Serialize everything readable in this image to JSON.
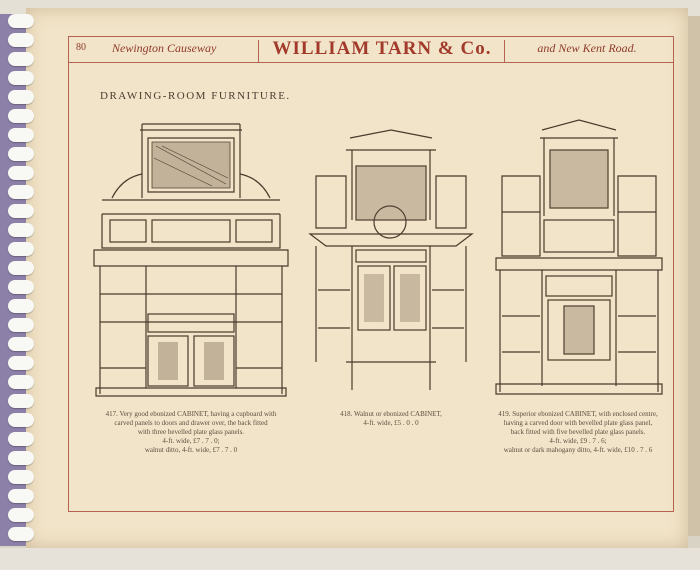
{
  "header": {
    "page_number": "80",
    "left_address": "Newington Causeway",
    "firm_name": "WILLIAM TARN & Co.",
    "right_address": "and New Kent Road."
  },
  "section_title": "DRAWING-ROOM FURNITURE.",
  "items": [
    {
      "caption_lines": [
        "417. Very good ebonized CABINET, having a cupboard with",
        "carved panels to doors and drawer over, the back fitted",
        "with three bevelled plate glass panels.",
        "4-ft. wide, £7 . 7 . 0;",
        "walnut ditto, 4-ft. wide, £7 . 7 . 0"
      ]
    },
    {
      "caption_lines": [
        "418. Walnut or ebonized CABINET,",
        "4-ft. wide, £5 . 0 . 0"
      ]
    },
    {
      "caption_lines": [
        "419. Superior ebonized CABINET, with enclosed centre,",
        "having a carved door with bevelled plate glass panel,",
        "back fitted with five bevelled plate glass panels.",
        "4-ft. wide, £9 . 7 . 6;",
        "walnut or dark mahogany ditto, 4-ft. wide, £10 . 7 . 6"
      ]
    }
  ],
  "colors": {
    "paper": "#f2e4c8",
    "header_red": "#a23a2c",
    "ink": "#4a3d30"
  }
}
